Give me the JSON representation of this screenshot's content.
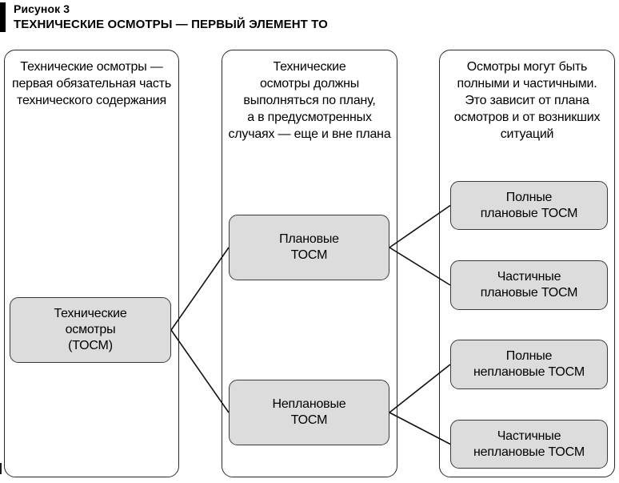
{
  "figure": {
    "label": "Рисунок 3",
    "title": "ТЕХНИЧЕСКИЕ ОСМОТРЫ — ПЕРВЫЙ ЭЛЕМЕНТ ТО"
  },
  "columns": [
    {
      "note": "Технические осмотры —\nпервая обязательная часть\nтехнического содержания"
    },
    {
      "note": "Технические\nосмотры должны\nвыполняться по плану,\nа в предусмотренных\nслучаях — еще и вне плана"
    },
    {
      "note": "Осмотры могут быть\nполными и частичными.\nЭто зависит от плана\nосмотров и от возникших\nситуаций"
    }
  ],
  "nodes": {
    "root": "Технические\nосмотры\n(ТОСМ)",
    "planned": "Плановые\nТОСМ",
    "unplanned": "Неплановые\nТОСМ",
    "full_planned": "Полные\nплановые ТОСМ",
    "partial_planned": "Частичные\nплановые ТОСМ",
    "full_unplanned": "Полные\nнеплановые ТОСМ",
    "partial_unplanned": "Частичные\nнеплановые ТОСМ"
  },
  "edges": [
    {
      "from": "root",
      "to": "planned"
    },
    {
      "from": "root",
      "to": "unplanned"
    },
    {
      "from": "planned",
      "to": "full_planned"
    },
    {
      "from": "planned",
      "to": "partial_planned"
    },
    {
      "from": "unplanned",
      "to": "full_unplanned"
    },
    {
      "from": "unplanned",
      "to": "partial_unplanned"
    }
  ],
  "colors": {
    "node_fill": "#dcdcdc",
    "node_border": "#3a3a3a",
    "frame_border": "#2b2b2b",
    "connector": "#111111",
    "header_bar": "#000000"
  }
}
